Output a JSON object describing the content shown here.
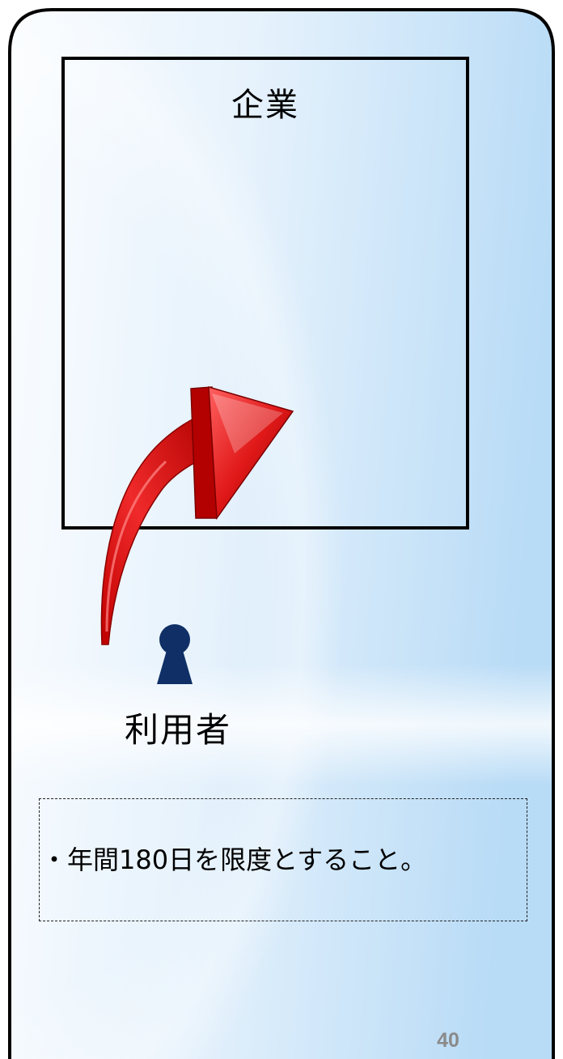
{
  "diagram": {
    "company_label": "企業",
    "user_label": "利用者",
    "note": "・年間180日を限度とすること。",
    "page_number": "40"
  },
  "colors": {
    "frame": "#000000",
    "background_light": "#f4f9ff",
    "background_blue": "#b3d9f5",
    "arrow_red": "#e01818",
    "arrow_dark": "#8a0000",
    "person_navy": "#0f2f66",
    "page_number_gray": "#8a8a8a"
  },
  "icons": {
    "user": "person-icon",
    "flow": "curved-arrow-icon"
  }
}
